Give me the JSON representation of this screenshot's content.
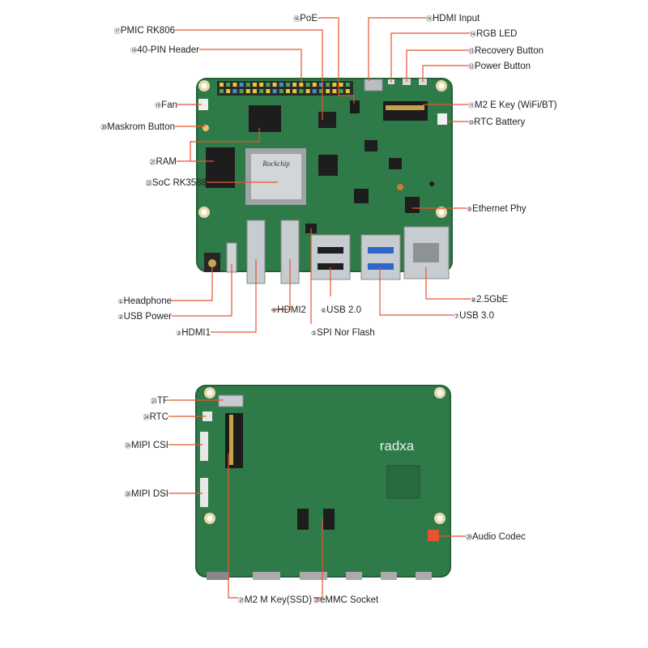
{
  "colors": {
    "pcb": "#2f7a49",
    "pcb_dark": "#245f38",
    "leader": "#e8542f",
    "label_text": "#222222",
    "silver": "#c7ccd0",
    "usb3_blue": "#2f66c9"
  },
  "brand_mark": "radxa",
  "chip_marking": "Rockchip",
  "front_labels": [
    {
      "id": "headphone",
      "num": "①",
      "text": "Headphone"
    },
    {
      "id": "usb-power",
      "num": "②",
      "text": "USB Power"
    },
    {
      "id": "hdmi1",
      "num": "③",
      "text": "HDMI1"
    },
    {
      "id": "hdmi2",
      "num": "④",
      "text": "HDMI2"
    },
    {
      "id": "spi-nor-flash",
      "num": "⑤",
      "text": "SPI Nor Flash"
    },
    {
      "id": "usb-2-0",
      "num": "⑥",
      "text": "USB 2.0"
    },
    {
      "id": "usb-3-0",
      "num": "⑦",
      "text": "USB 3.0"
    },
    {
      "id": "2-5gbe",
      "num": "⑧",
      "text": "2.5GbE"
    },
    {
      "id": "ethernet-phy",
      "num": "⑨",
      "text": "Ethernet Phy"
    },
    {
      "id": "rtc-battery",
      "num": "⑩",
      "text": "RTC Battery"
    },
    {
      "id": "m2-e-key",
      "num": "⑪",
      "text": "M2 E Key (WiFi/BT)"
    },
    {
      "id": "power-button",
      "num": "⑫",
      "text": "Power Button"
    },
    {
      "id": "recovery-button",
      "num": "⑬",
      "text": "Recovery Button"
    },
    {
      "id": "rgb-led",
      "num": "⑭",
      "text": "RGB LED"
    },
    {
      "id": "hdmi-input",
      "num": "⑮",
      "text": "HDMI Input"
    },
    {
      "id": "poe",
      "num": "⑯",
      "text": "PoE"
    },
    {
      "id": "pmic",
      "num": "⑰",
      "text": "PMIC RK806"
    },
    {
      "id": "40-pin-header",
      "num": "⑱",
      "text": "40-PIN Header"
    },
    {
      "id": "fan",
      "num": "⑲",
      "text": "Fan"
    },
    {
      "id": "maskrom-button",
      "num": "⑳",
      "text": "Maskrom Button"
    },
    {
      "id": "ram",
      "num": "㉑",
      "text": "RAM"
    },
    {
      "id": "soc",
      "num": "㉒",
      "text": "SoC RK3588"
    }
  ],
  "back_labels": [
    {
      "id": "tf",
      "num": "㉓",
      "text": "TF"
    },
    {
      "id": "rtc",
      "num": "㉔",
      "text": "RTC"
    },
    {
      "id": "mipi-csi",
      "num": "㉕",
      "text": "MIPI CSI"
    },
    {
      "id": "mipi-dsi",
      "num": "㉖",
      "text": "MIPI DSI"
    },
    {
      "id": "m2-m-key",
      "num": "㉗",
      "text": "M2 M Key(SSD)"
    },
    {
      "id": "emmc-socket",
      "num": "㉘",
      "text": "eMMC Socket"
    },
    {
      "id": "audio-codec",
      "num": "㉙",
      "text": "Audio Codec"
    }
  ]
}
